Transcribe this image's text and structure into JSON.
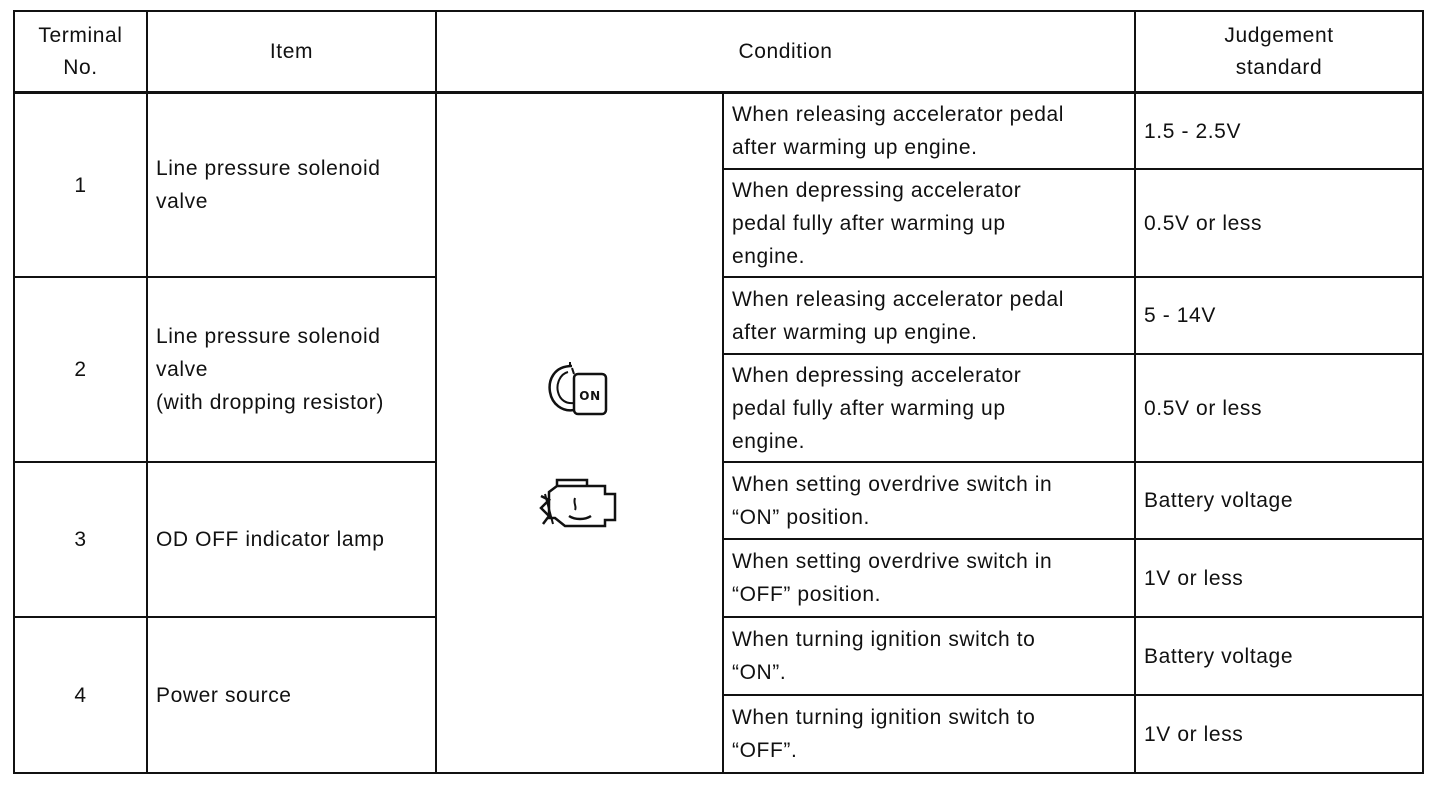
{
  "header": {
    "terminal_line1": "Terminal",
    "terminal_line2": "No.",
    "item": "Item",
    "condition": "Condition",
    "judgement_line1": "Judgement",
    "judgement_line2": "standard"
  },
  "icons": {
    "ignition": "ignition-key-on-icon",
    "engine": "engine-running-icon"
  },
  "rows": [
    {
      "terminal": "1",
      "item": [
        "Line pressure solenoid",
        "valve"
      ],
      "conditions": [
        {
          "text": [
            "When releasing accelerator pedal",
            "after warming up engine."
          ],
          "judgement": "1.5 - 2.5V"
        },
        {
          "text": [
            "When depressing accelerator",
            "pedal fully after warming up",
            "engine."
          ],
          "judgement": "0.5V or less"
        }
      ]
    },
    {
      "terminal": "2",
      "item": [
        "Line pressure solenoid",
        "valve",
        "(with dropping resistor)"
      ],
      "conditions": [
        {
          "text": [
            "When releasing accelerator pedal",
            "after warming up engine."
          ],
          "judgement": "5 - 14V"
        },
        {
          "text": [
            "When depressing accelerator",
            "pedal fully after warming up",
            "engine."
          ],
          "judgement": "0.5V or less"
        }
      ]
    },
    {
      "terminal": "3",
      "item": [
        "OD OFF indicator lamp"
      ],
      "conditions": [
        {
          "text": [
            "When setting overdrive switch in",
            "“ON” position."
          ],
          "judgement": "Battery voltage"
        },
        {
          "text": [
            "When setting overdrive switch in",
            "“OFF” position."
          ],
          "judgement": "1V or less"
        }
      ]
    },
    {
      "terminal": "4",
      "item": [
        "Power source"
      ],
      "conditions": [
        {
          "text": [
            "When turning ignition switch to",
            "“ON”."
          ],
          "judgement": "Battery voltage"
        },
        {
          "text": [
            "When turning ignition switch to",
            "“OFF”."
          ],
          "judgement": "1V or less"
        }
      ]
    }
  ]
}
